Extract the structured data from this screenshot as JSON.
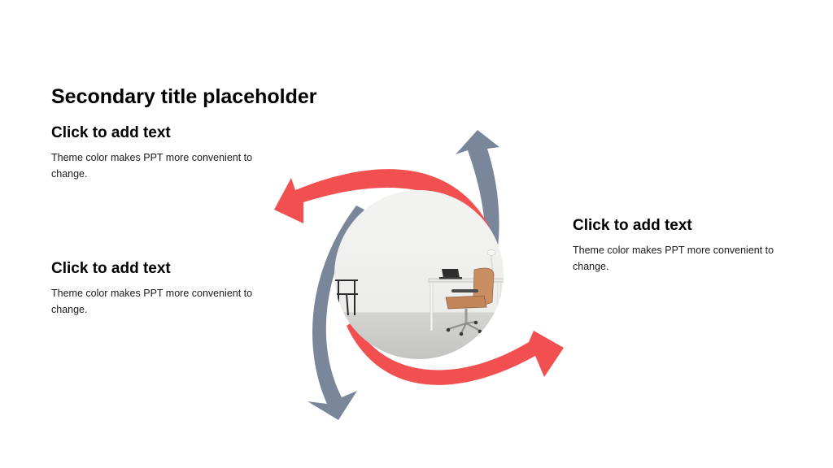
{
  "title": "Secondary title placeholder",
  "blocks": [
    {
      "heading": "Click to add text",
      "body": "Theme color makes PPT more convenient to change."
    },
    {
      "heading": "Click to add text",
      "body": "Theme color makes PPT more convenient to change."
    },
    {
      "heading": "Click to add text",
      "body": "Theme color makes PPT more convenient to change."
    }
  ],
  "colors": {
    "accent_red": "#F25050",
    "accent_slate": "#7A8699"
  },
  "image": {
    "subject": "office-photo"
  }
}
